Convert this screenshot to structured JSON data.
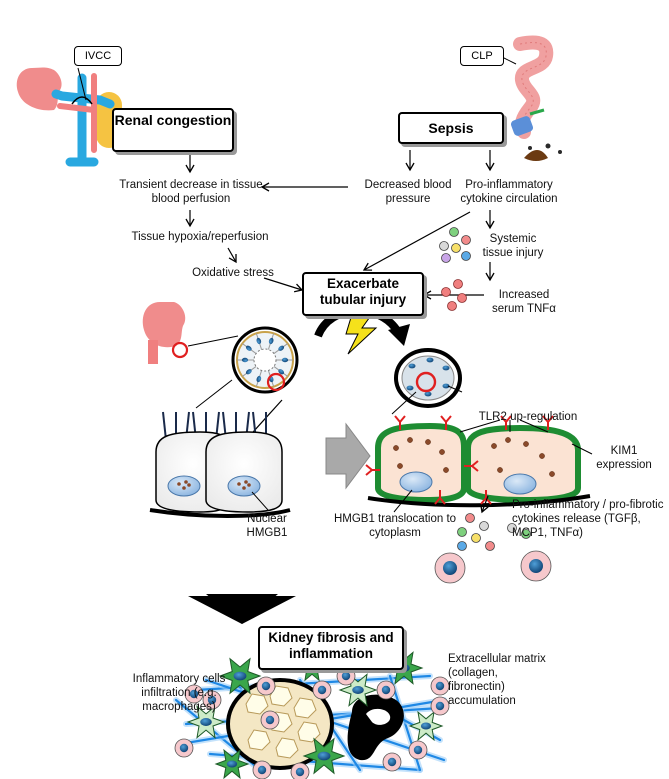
{
  "labels": {
    "ivcc": "IVCC",
    "clp": "CLP",
    "renal_congestion": "Renal congestion",
    "sepsis": "Sepsis",
    "transient_decrease": "Transient decrease in tissue blood perfusion",
    "decreased_bp": "Decreased blood pressure",
    "proinflammatory_circ": "Pro-inflammatory cytokine circulation",
    "tissue_hypoxia": "Tissue hypoxia/reperfusion",
    "systemic_injury": "Systemic tissue injury",
    "oxidative_stress": "Oxidative stress",
    "exacerbate": "Exacerbate tubular injury",
    "serum_tnfa": "Increased serum TNFα",
    "tlr2": "TLR2 up-regulation",
    "kim1": "KIM1 expression",
    "nuclear_hmgb1": "Nuclear HMGB1",
    "hmgb1_translocation": "HMGB1 translocation to cytoplasm",
    "cytokines_release": "Pro-inflammatory / pro-fibrotic cytokines release (TGFβ, MCP1, TNFα)",
    "kidney_fibrosis": "Kidney fibrosis and inflammation",
    "inflammatory_cells": "Inflammatory cells infiltration (e.g. macrophages)",
    "ecm": "Extracellular matrix (collagen, fibronectin) accumulation"
  },
  "colors": {
    "kidney": "#f08c8c",
    "vein_blue": "#29a8e0",
    "artery_pink": "#f07f7f",
    "yellow": "#f5c342",
    "cell_fill": "#fbe3d3",
    "nucleus": "#8ab4e0",
    "nucleus_dark": "#1f5f8f",
    "green_edge": "#1e8c32",
    "tlr2_red": "#e02020",
    "ring_red": "#e02020",
    "arrow_gray": "#a9a9a9",
    "fiber_blue": "#1e88e5",
    "macrophage_green": "#3aa64b",
    "fibro_light": "#cdebc8"
  }
}
